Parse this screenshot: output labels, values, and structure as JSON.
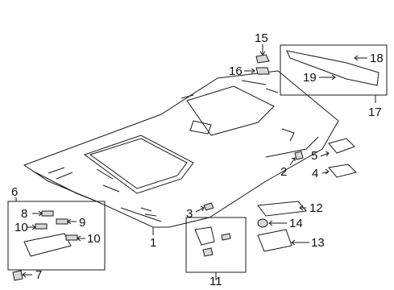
{
  "diagram": {
    "callouts": [
      {
        "id": "c1",
        "label": "1"
      },
      {
        "id": "c2",
        "label": "2"
      },
      {
        "id": "c3",
        "label": "3"
      },
      {
        "id": "c4",
        "label": "4"
      },
      {
        "id": "c5",
        "label": "5"
      },
      {
        "id": "c6",
        "label": "6"
      },
      {
        "id": "c7",
        "label": "7"
      },
      {
        "id": "c8",
        "label": "8"
      },
      {
        "id": "c9",
        "label": "9"
      },
      {
        "id": "c10a",
        "label": "10"
      },
      {
        "id": "c10b",
        "label": "10"
      },
      {
        "id": "c11",
        "label": "11"
      },
      {
        "id": "c12",
        "label": "12"
      },
      {
        "id": "c13",
        "label": "13"
      },
      {
        "id": "c14",
        "label": "14"
      },
      {
        "id": "c15",
        "label": "15"
      },
      {
        "id": "c16",
        "label": "16"
      },
      {
        "id": "c17",
        "label": "17"
      },
      {
        "id": "c18",
        "label": "18"
      },
      {
        "id": "c19",
        "label": "19"
      }
    ]
  }
}
